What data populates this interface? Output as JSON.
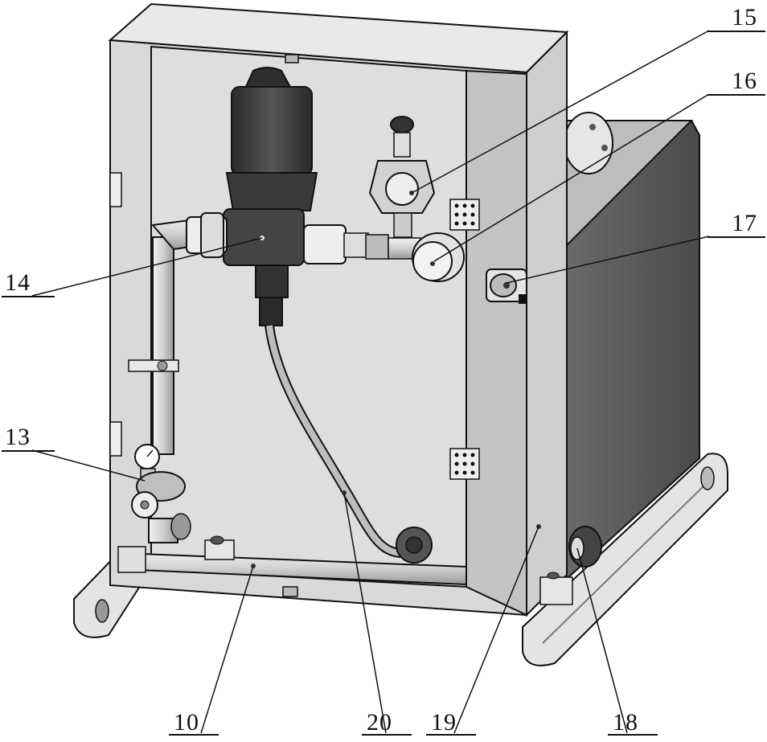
{
  "figure": {
    "callouts": [
      {
        "id": "callout-10",
        "number": "10"
      },
      {
        "id": "callout-13",
        "number": "13"
      },
      {
        "id": "callout-14",
        "number": "14"
      },
      {
        "id": "callout-15",
        "number": "15"
      },
      {
        "id": "callout-16",
        "number": "16"
      },
      {
        "id": "callout-17",
        "number": "17"
      },
      {
        "id": "callout-18",
        "number": "18"
      },
      {
        "id": "callout-19",
        "number": "19"
      },
      {
        "id": "callout-20",
        "number": "20"
      }
    ]
  },
  "colors": {
    "line": "#111111",
    "panel_face": "#dcdcdc",
    "panel_side": "#c8c8c8",
    "tank_dark": "#555555",
    "pump_dark": "#333333",
    "background": "#ffffff"
  }
}
